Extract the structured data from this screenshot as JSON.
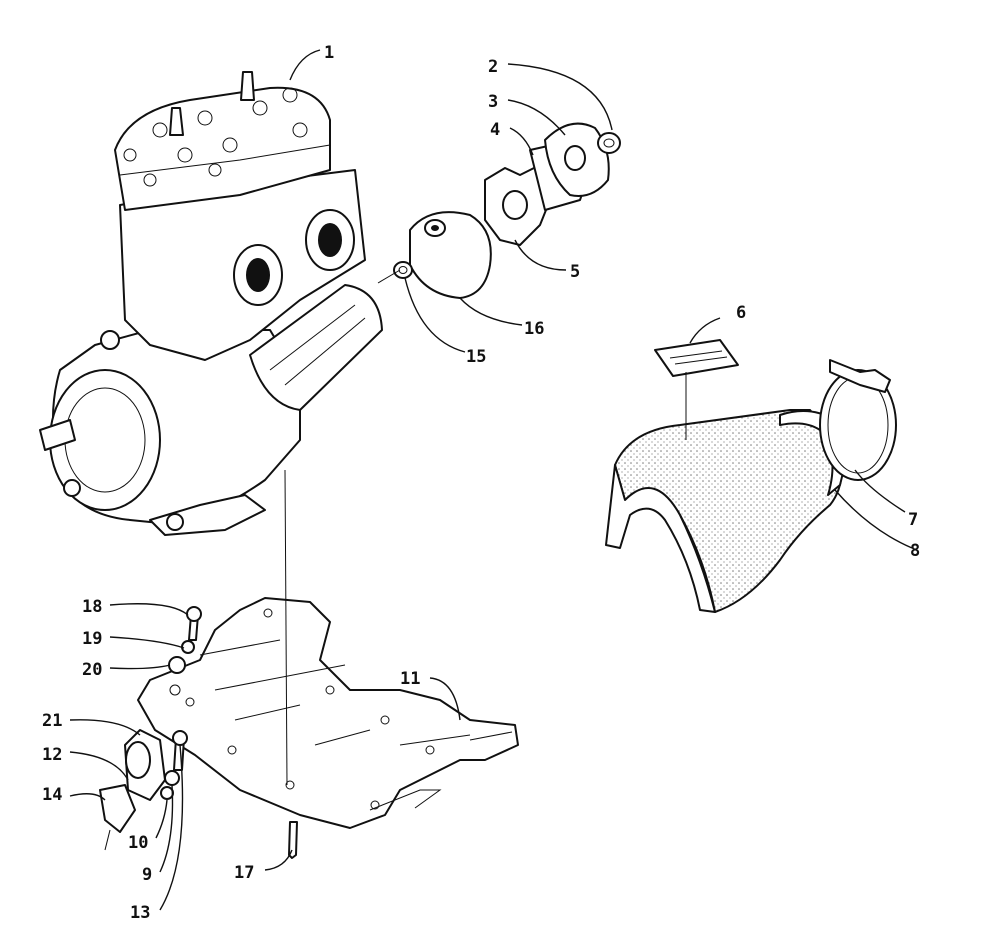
{
  "diagram": {
    "callouts": [
      "1",
      "2",
      "3",
      "4",
      "5",
      "6",
      "7",
      "8",
      "9",
      "10",
      "11",
      "12",
      "13",
      "14",
      "15",
      "16",
      "17",
      "18",
      "19",
      "20",
      "21"
    ],
    "colors": {
      "ink": "#111111",
      "paper": "#ffffff"
    }
  }
}
